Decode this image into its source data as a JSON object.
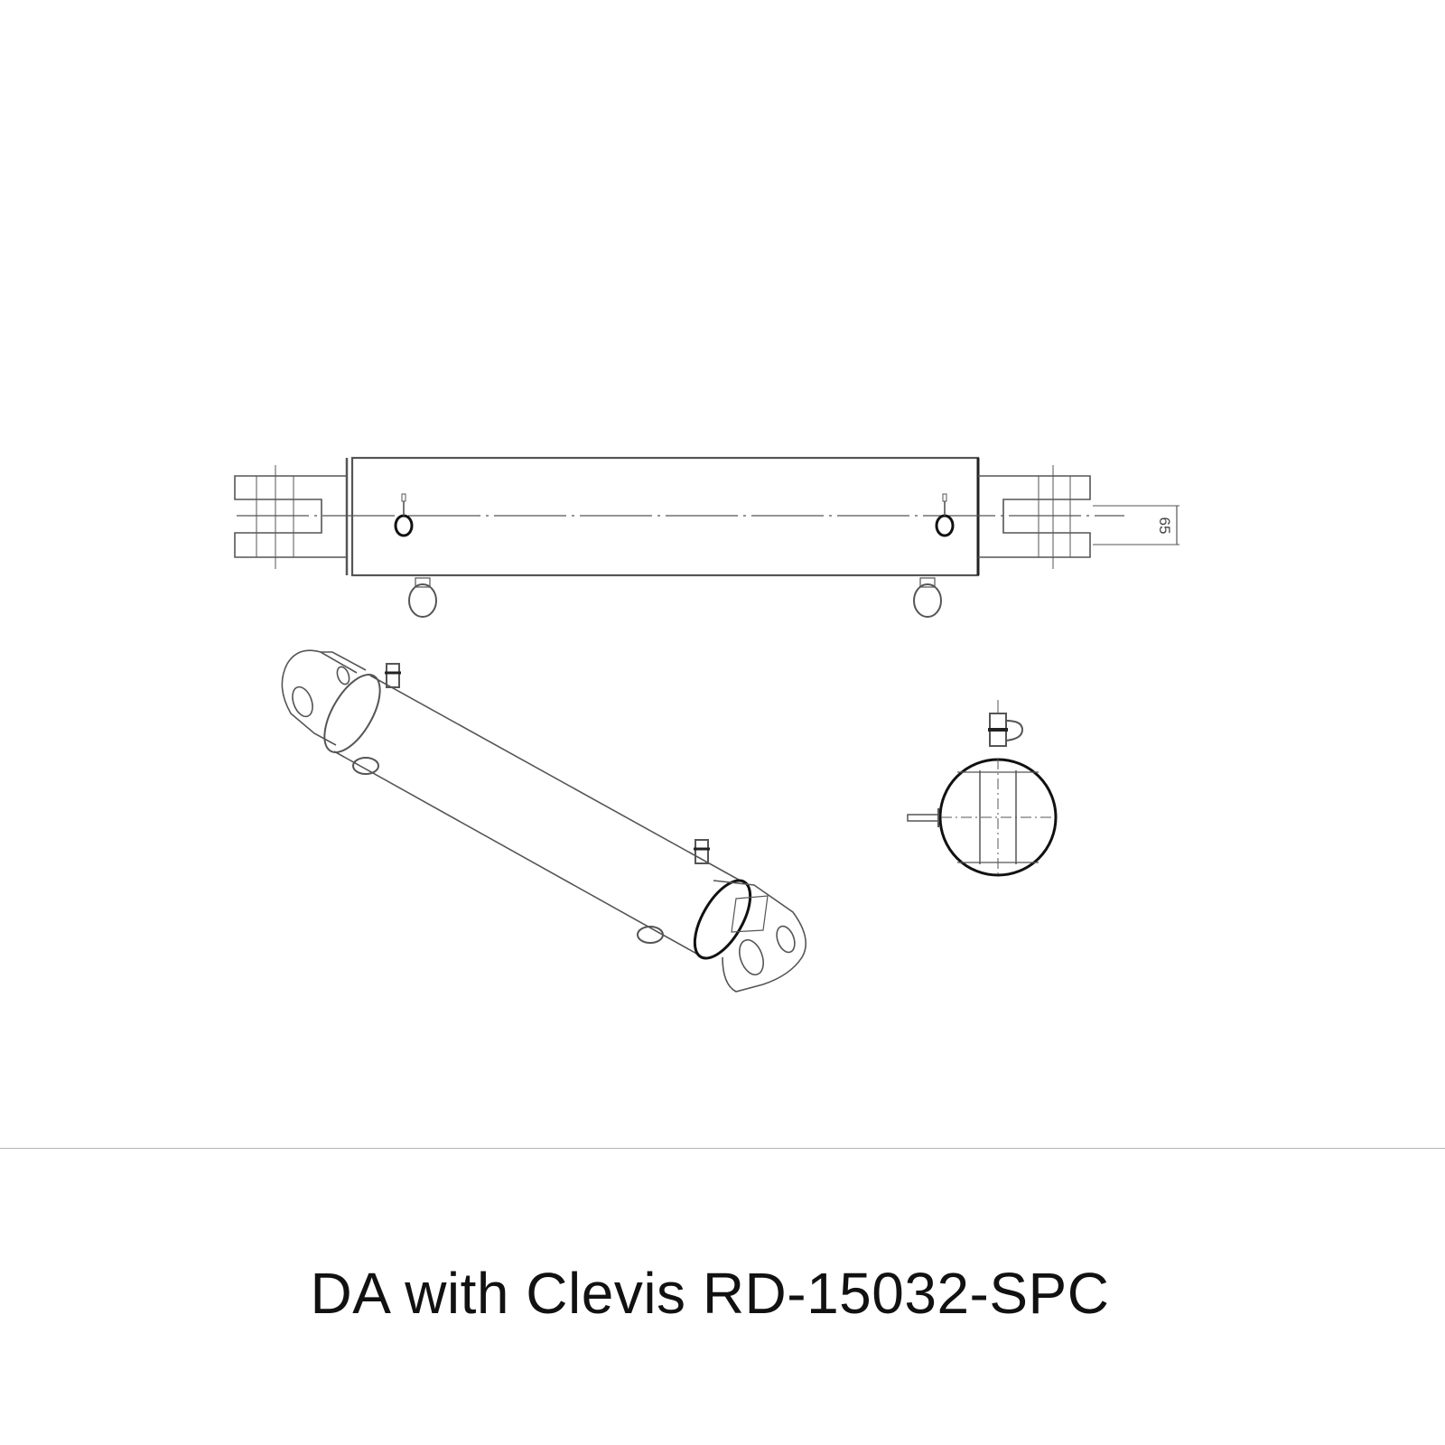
{
  "drawing": {
    "dimension_label": "65",
    "line_color": "#444444",
    "views": [
      "top-view",
      "isometric-view",
      "end-view"
    ]
  },
  "caption": "DA with Clevis RD-15032-SPC"
}
